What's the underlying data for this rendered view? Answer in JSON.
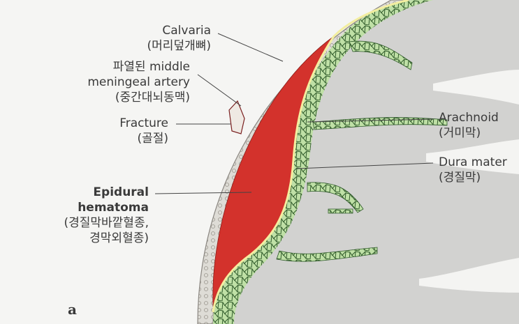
{
  "labels": {
    "calvaria": {
      "en": "Calvaria",
      "ko": "(머리덮개뼈)"
    },
    "mma": {
      "line1": "파열된 middle",
      "line2": "meningeal artery",
      "ko": "(중간대뇌동맥)"
    },
    "fracture": {
      "en": "Fracture",
      "ko": "(골절)"
    },
    "epidural": {
      "line1": "Epidural",
      "line2": "hematoma",
      "ko1": "(경질막바깥혈종,",
      "ko2": "경막외혈종)"
    },
    "arachnoid": {
      "en": "Arachnoid",
      "ko": "(거미막)"
    },
    "dura": {
      "en": "Dura mater",
      "ko": "(경질막)"
    }
  },
  "figure_label": "a",
  "colors": {
    "hematoma": "#d3322c",
    "bone": "#d9d7d2",
    "arachnoid": "#b9dca0",
    "brain": "#cfcfcd",
    "dura": "#f3eea0"
  }
}
